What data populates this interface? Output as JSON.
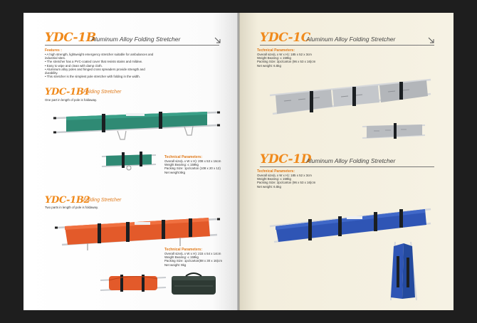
{
  "left_page": {
    "ydc1b": {
      "model": "YDC-1B",
      "name": "Aluminum Alloy Folding Stretcher",
      "features_heading": "Features :",
      "features": [
        "• A high strength, lightweight emergency stretcher suitable for ambulances and",
        "  industrial sites.",
        "• The stretcher has a PVC-coated cover that resists stains and mildew.",
        "• Easy to wipe and clean with damp cloth.",
        "• Aluminum alloy poles and hinged cross spreaders provide strength and",
        "  durability.",
        "• This stretcher is the simplest pole stretcher with folding in the width."
      ]
    },
    "ydc1b1": {
      "model": "YDC-1B1",
      "name": "Folding Stretcher",
      "subtitle": "One part in length of pole is foldaway.",
      "tech_heading": "Technical Parameters:",
      "specs": [
        "Overall size(L x W x H): 208 x 53 x 16cm",
        "Weight Bearing: ≤ 159kg",
        "Packing Size: 1pc/carton (108 x 20 x 12)",
        "Net weight:6kg"
      ]
    },
    "ydc1b2": {
      "model": "YDC-1B2",
      "name": "Folding Stretcher",
      "subtitle": "Two parts in length of pole is foldaway.",
      "tech_heading": "Technical Parameters:",
      "specs": [
        "Overall size(L x W x H): 215 x 54 x 14cm",
        "Weight Bearing: ≤ 159kg",
        "Packing Size: 1pc/carton(88 x 30 x 16)cm",
        "Net weight: 9kg"
      ]
    }
  },
  "right_page": {
    "ydc1c": {
      "model": "YDC-1C",
      "name": "Aluminum Alloy Folding Stretcher",
      "tech_heading": "Technical Parameters:",
      "specs": [
        "Overall size(L x W x H): 185 x 52 x 3cm",
        "Weight Bearing: ≤ 159kg",
        "Packing Size: 2pc/carton (96 x 53 x 16)cm",
        "Net weight: 6.5kg"
      ]
    },
    "ydc1d": {
      "model": "YDC-1D",
      "name": "Aluminum Alloy Folding Stretcher",
      "tech_heading": "Technical Parameters:",
      "specs": [
        "Overall size(L x W x H): 185 x 52 x 3cm",
        "Weight Bearing: ≤ 159kg",
        "Packing Size: 2pc/carton (96 x 53 x 16)cm",
        "Net weight: 6.5kg"
      ]
    }
  },
  "colors": {
    "accent_orange": "#f08a1c",
    "stretcher_green": "#2f8a74",
    "stretcher_orange": "#e35a2a",
    "stretcher_blue": "#2f55b5",
    "panel_silver": "#b9bcc0",
    "bag_dark": "#2e3a34"
  }
}
